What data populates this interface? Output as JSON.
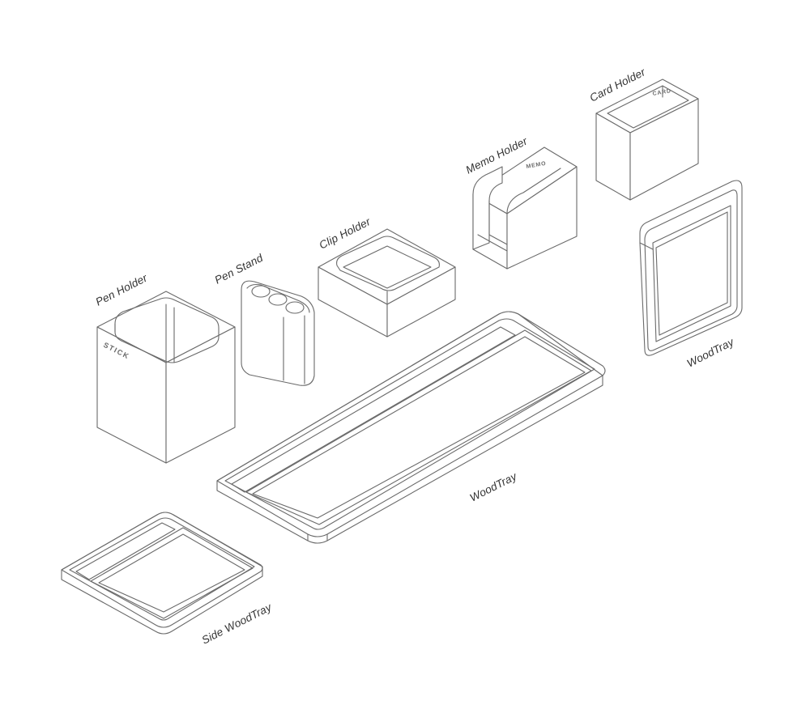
{
  "labels": {
    "pen_holder": "Pen Holder",
    "pen_stand": "Pen Stand",
    "clip_holder": "Clip Holder",
    "memo_holder": "Memo Holder",
    "card_holder": "Card Holder",
    "wood_tray_large": "WoodTray",
    "wood_tray_small": "WoodTray",
    "side_wood_tray": "Side WoodTray"
  },
  "engravings": {
    "pen_holder": "STICK",
    "memo_holder": "MEMO",
    "card_holder": "CARD"
  },
  "colors": {
    "line": "#6a6a6a",
    "label": "#333333",
    "background": "#ffffff"
  }
}
